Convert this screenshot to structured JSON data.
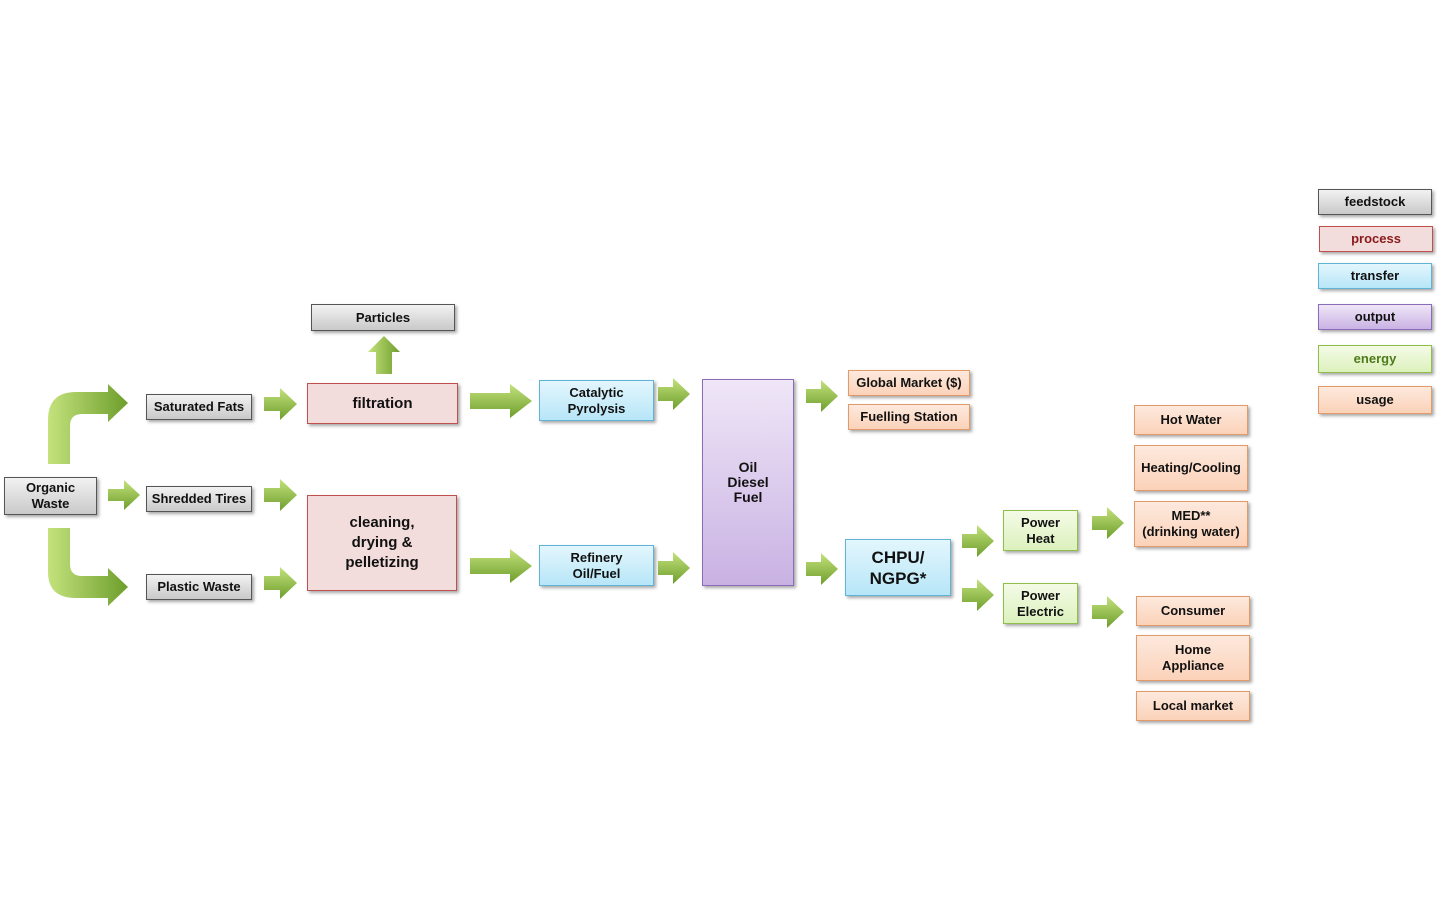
{
  "feedstock": {
    "organic_waste": "Organic\nWaste",
    "saturated_fats": "Saturated Fats",
    "shredded_tires": "Shredded Tires",
    "plastic_waste": "Plastic Waste",
    "particles": "Particles"
  },
  "process": {
    "filtration": "filtration",
    "cleaning": "cleaning,\ndrying &\npelletizing"
  },
  "transfer": {
    "catalytic_pyrolysis": "Catalytic\nPyrolysis",
    "refinery": "Refinery\nOil/Fuel",
    "chpu": "CHPU/\nNGPG*"
  },
  "output": {
    "oil_diesel": "Oil\nDiesel\nFuel"
  },
  "energy": {
    "power_heat": "Power\nHeat",
    "power_electric": "Power\nElectric"
  },
  "usage": {
    "global_market": "Global Market ($)",
    "fuelling_station": "Fuelling Station",
    "hot_water": "Hot Water",
    "heating_cooling": "Heating/Cooling",
    "med": "MED**\n(drinking water)",
    "consumer": "Consumer",
    "home_appliance": "Home\nAppliance",
    "local_market": "Local market"
  },
  "legend": {
    "feedstock": "feedstock",
    "process": "process",
    "transfer": "transfer",
    "output": "output",
    "energy": "energy",
    "usage": "usage"
  },
  "colors": {
    "arrow_light": "#b5d66a",
    "arrow_dark": "#6e9e2c"
  }
}
